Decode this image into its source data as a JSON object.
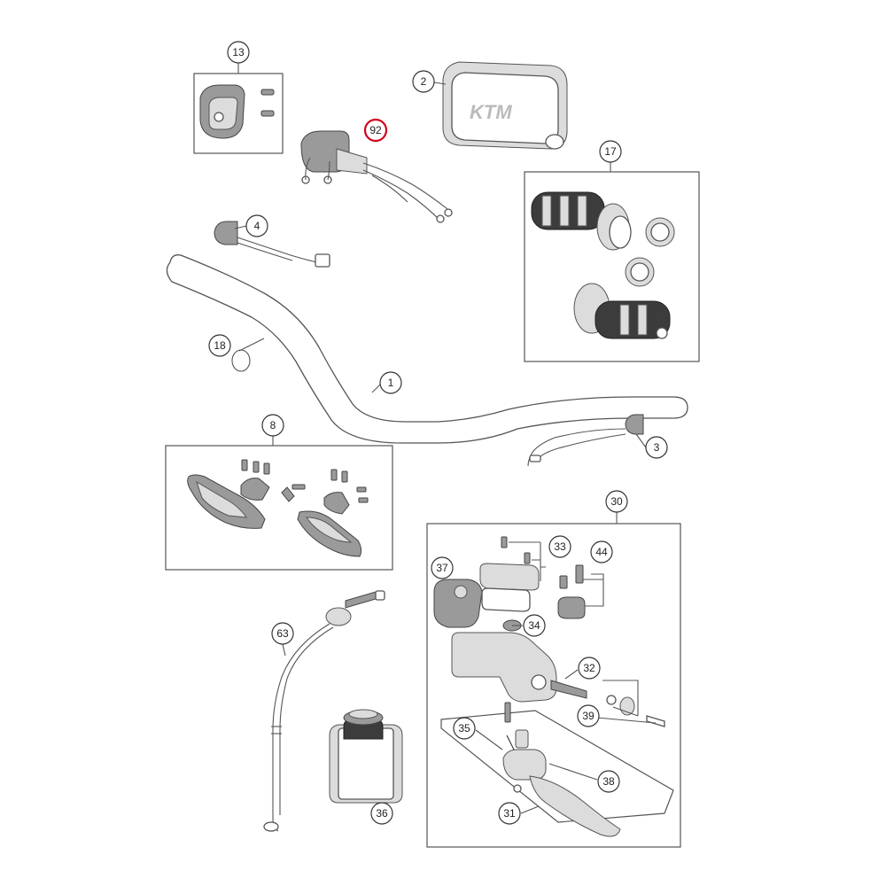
{
  "diagram": {
    "brand_text": "KTM",
    "highlight_color": "#d0021b",
    "callouts": [
      {
        "id": "c13",
        "label": "13"
      },
      {
        "id": "c2",
        "label": "2"
      },
      {
        "id": "c92",
        "label": "92",
        "highlighted": true
      },
      {
        "id": "c17",
        "label": "17"
      },
      {
        "id": "c4",
        "label": "4"
      },
      {
        "id": "c18",
        "label": "18"
      },
      {
        "id": "c1",
        "label": "1"
      },
      {
        "id": "c8",
        "label": "8"
      },
      {
        "id": "c3",
        "label": "3"
      },
      {
        "id": "c30",
        "label": "30"
      },
      {
        "id": "c37",
        "label": "37"
      },
      {
        "id": "c33",
        "label": "33"
      },
      {
        "id": "c44",
        "label": "44"
      },
      {
        "id": "c34",
        "label": "34"
      },
      {
        "id": "c32",
        "label": "32"
      },
      {
        "id": "c39",
        "label": "39"
      },
      {
        "id": "c35",
        "label": "35"
      },
      {
        "id": "c38",
        "label": "38"
      },
      {
        "id": "c31",
        "label": "31"
      },
      {
        "id": "c63",
        "label": "63"
      },
      {
        "id": "c36",
        "label": "36"
      }
    ]
  }
}
